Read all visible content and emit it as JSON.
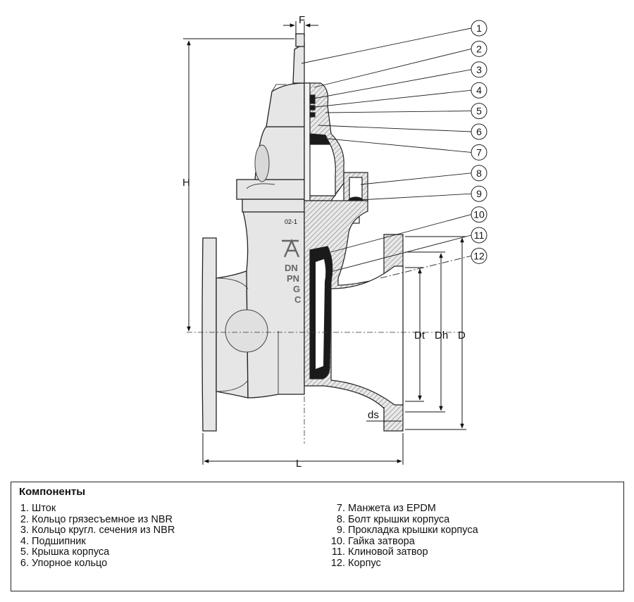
{
  "dimensions": {
    "F": "F",
    "H": "H",
    "L": "L",
    "Dt": "Dt",
    "Dh": "Dh",
    "D": "D",
    "ds": "ds"
  },
  "callouts": [
    "1",
    "2",
    "3",
    "4",
    "5",
    "6",
    "7",
    "8",
    "9",
    "10",
    "11",
    "12"
  ],
  "body_markings": {
    "code": "02-1",
    "dn": "DN",
    "pn": "PN",
    "g": "G",
    "c": "C"
  },
  "legend": {
    "title": "Компоненты",
    "col1": [
      {
        "n": "1.",
        "text": "Шток"
      },
      {
        "n": "2.",
        "text": "Кольцо грязесъемное из NBR"
      },
      {
        "n": "3.",
        "text": "Кольцо кругл. сечения из NBR"
      },
      {
        "n": "4.",
        "text": "Подшипник"
      },
      {
        "n": "5.",
        "text": "Крышка корпуса"
      },
      {
        "n": "6.",
        "text": "Упорное кольцо"
      }
    ],
    "col2": [
      {
        "n": "7.",
        "text": "Манжета из EPDM"
      },
      {
        "n": "8.",
        "text": "Болт крышки корпуса"
      },
      {
        "n": "9.",
        "text": "Прокладка крышки корпуса"
      },
      {
        "n": "10.",
        "text": "Гайка затвора"
      },
      {
        "n": "11.",
        "text": "Клиновой затвор"
      },
      {
        "n": "12.",
        "text": "Корпус"
      }
    ]
  }
}
